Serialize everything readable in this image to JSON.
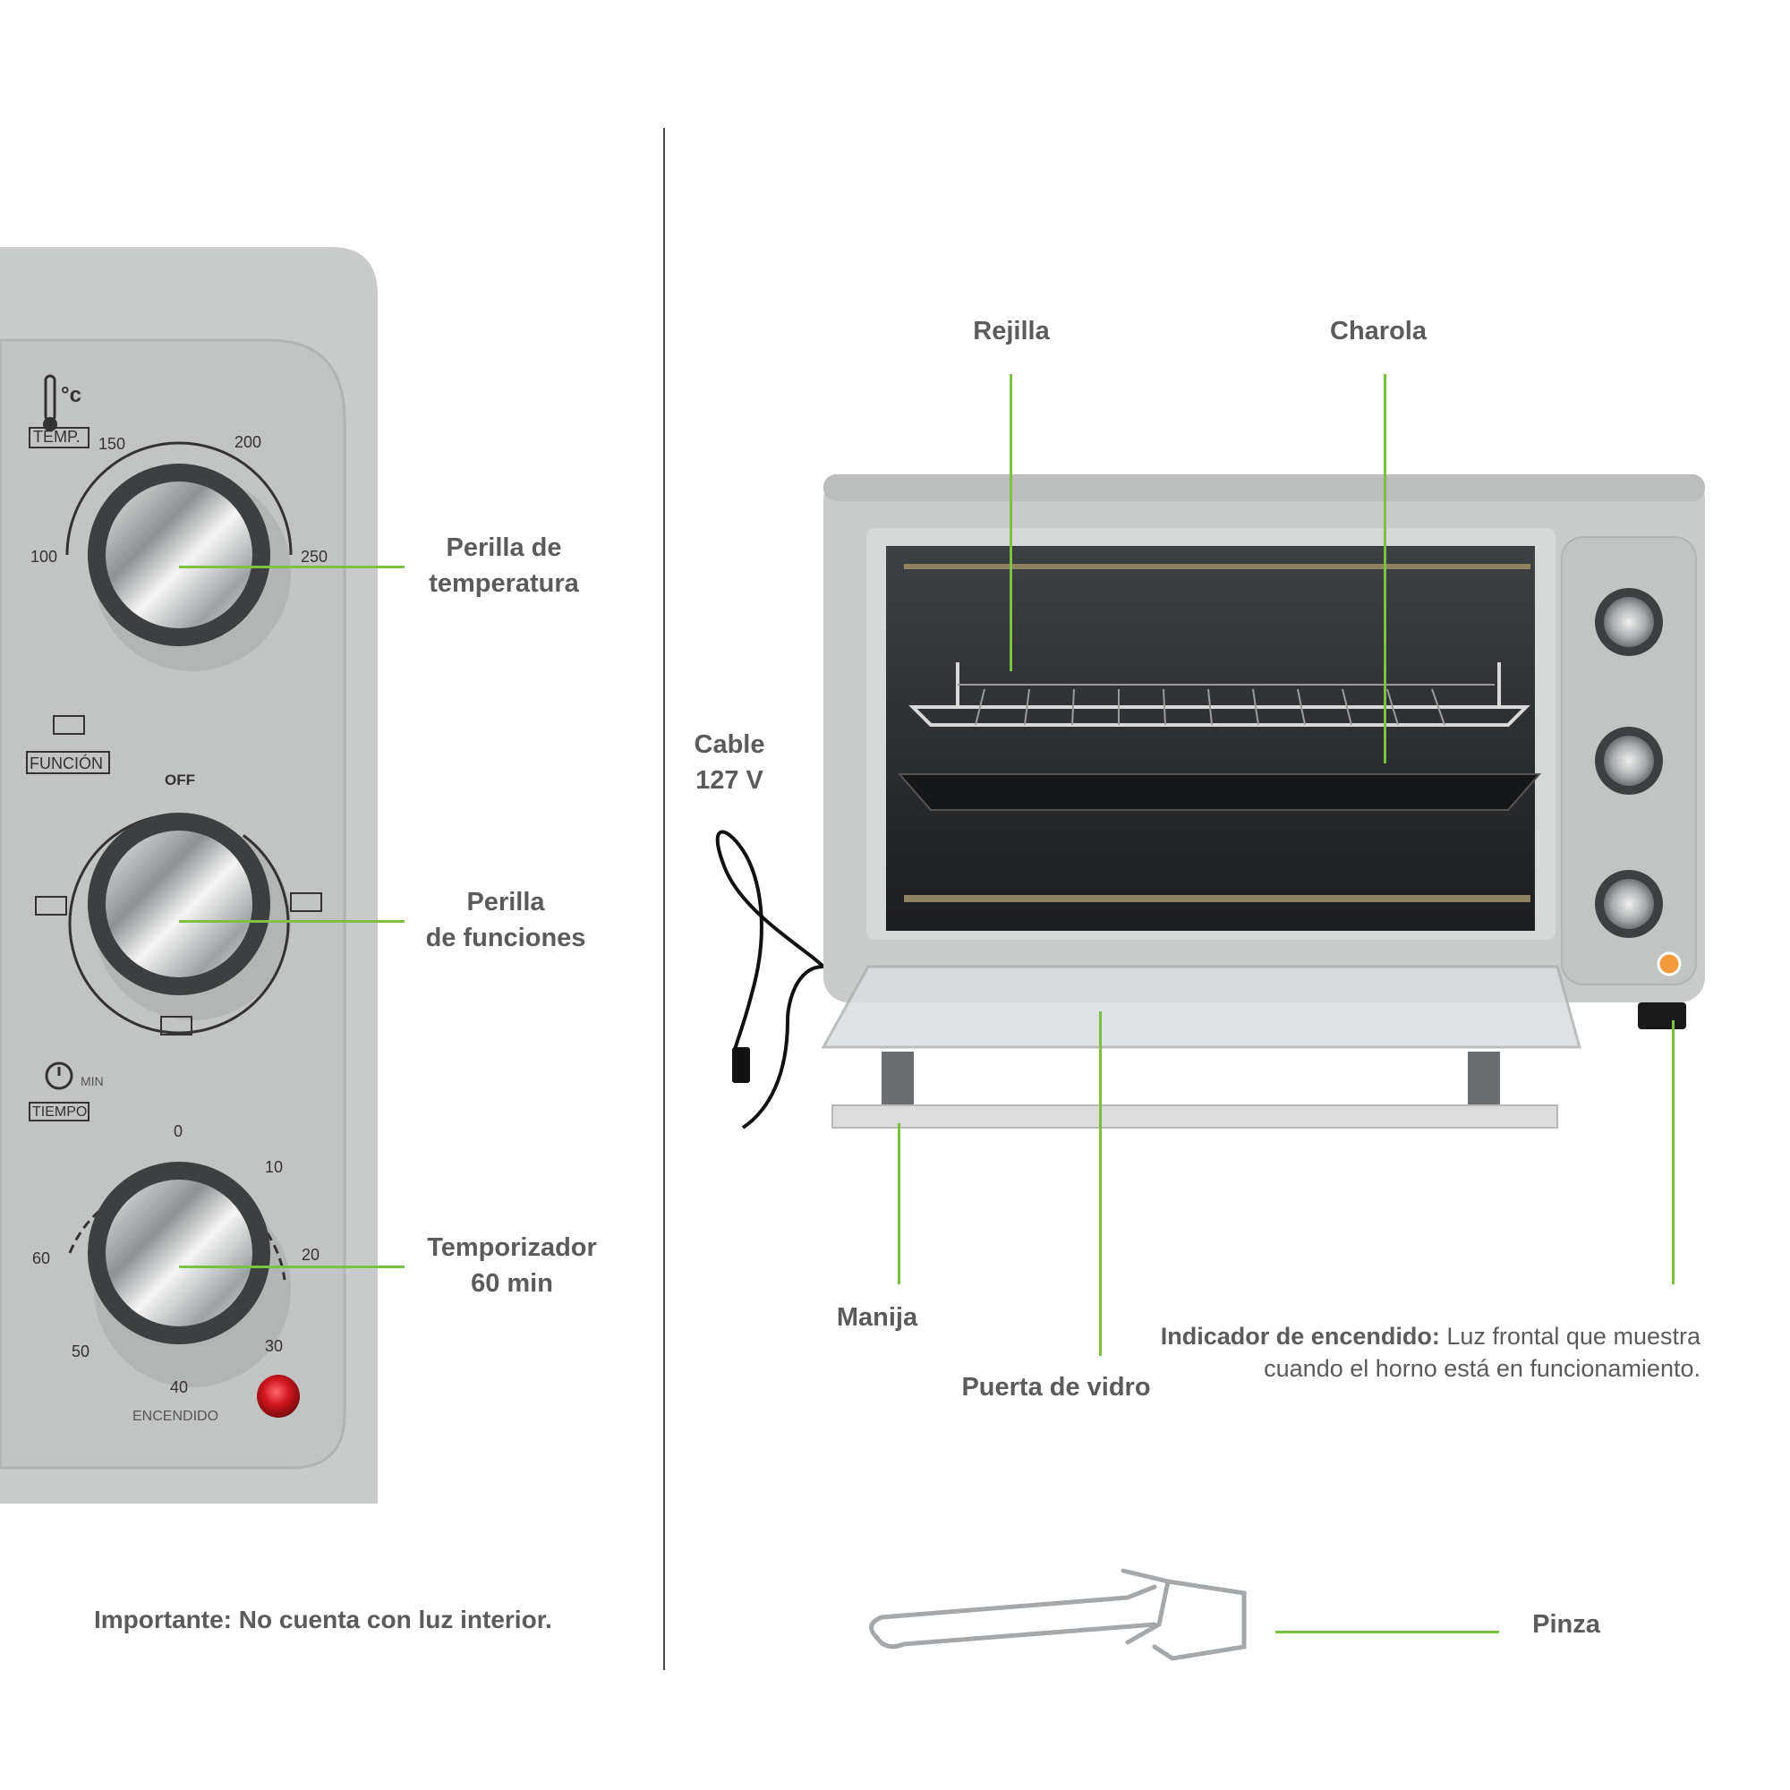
{
  "panel": {
    "temp_icon_unit": "°c",
    "temp_tag": "TEMP.",
    "temp_scale": [
      "100",
      "150",
      "200",
      "250"
    ],
    "function_tag": "FUNCIÓN",
    "function_off": "OFF",
    "time_unit": "MIN",
    "time_tag": "TIEMPO",
    "time_scale": [
      "0",
      "10",
      "20",
      "30",
      "40",
      "50",
      "60"
    ],
    "power_label": "ENCENDIDO"
  },
  "callouts": {
    "temp_knob": [
      "Perilla de",
      "temperatura"
    ],
    "function_knob": [
      "Perilla",
      "de funciones"
    ],
    "timer_knob": [
      "Temporizador",
      "60 min"
    ],
    "rack": "Rejilla",
    "tray": "Charola",
    "cable": [
      "Cable",
      "127 V"
    ],
    "handle": "Manija",
    "glass_door": "Puerta de vidro",
    "power_indicator_title": "Indicador de encendido:",
    "power_indicator_text": "Luz frontal que muestra cuando el horno está en funcionamiento.",
    "tongs": "Pinza"
  },
  "notes": {
    "important": "Importante: No cuenta con luz interior."
  },
  "colors": {
    "callout_line": "#7cc242",
    "oven_body": "#c9cbcb",
    "indicator_red": "#d0161e",
    "indicator_orange": "#f39a3c"
  }
}
